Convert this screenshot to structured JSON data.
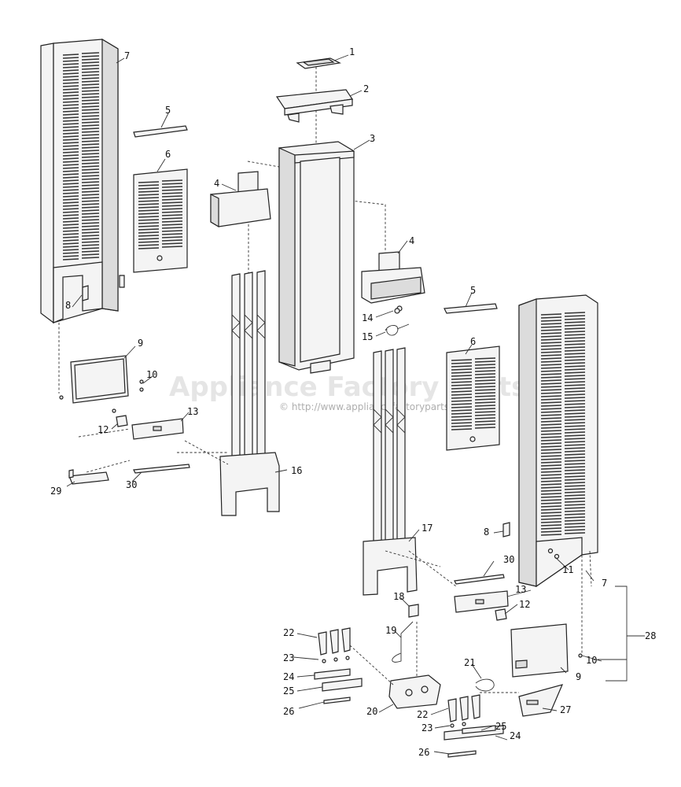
{
  "watermark": {
    "title": "Appliance Factory Parts",
    "url": "© http://www.appliancefactoryparts.com"
  },
  "callouts": {
    "c1": "1",
    "c2": "2",
    "c3": "3",
    "c4a": "4",
    "c4b": "4",
    "c5a": "5",
    "c5b": "5",
    "c6a": "6",
    "c6b": "6",
    "c7a": "7",
    "c7b": "7",
    "c8a": "8",
    "c8b": "8",
    "c9a": "9",
    "c9b": "9",
    "c10a": "10",
    "c10b": "10",
    "c11": "11",
    "c12a": "12",
    "c12b": "12",
    "c13a": "13",
    "c13b": "13",
    "c14": "14",
    "c15": "15",
    "c16": "16",
    "c17": "17",
    "c18": "18",
    "c19": "19",
    "c20": "20",
    "c21": "21",
    "c22a": "22",
    "c22b": "22",
    "c23a": "23",
    "c23b": "23",
    "c24a": "24",
    "c24b": "24",
    "c25a": "25",
    "c25b": "25",
    "c26a": "26",
    "c26b": "26",
    "c27": "27",
    "c28": "28",
    "c29": "29",
    "c30a": "30",
    "c30b": "30"
  }
}
